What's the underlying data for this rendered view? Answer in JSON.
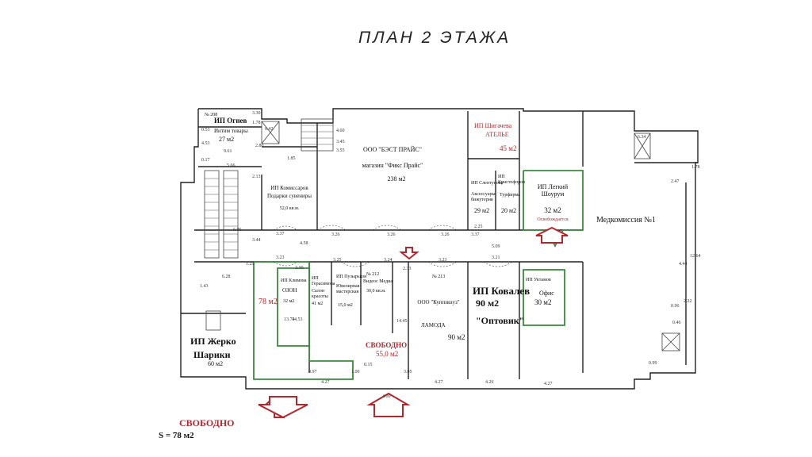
{
  "title": "ПЛАН  2  ЭТАЖА",
  "rooms": {
    "ogнev": {
      "name": "ИП Огнев",
      "sub": "Интим товары",
      "area": "27 м2",
      "num": "№ 208"
    },
    "bestprice": {
      "name": "ООО \"БЭСТ ПРАЙС\"",
      "sub": "магазин \"Фикс Прайс\"",
      "area": "238 м2"
    },
    "shigacheva": {
      "name": "ИП Шигачева",
      "sub": "АТЕЛЬЕ",
      "area": "45 м2"
    },
    "komissarov": {
      "name": "ИП Комиссаров",
      "sub": "Подарки сувениры",
      "area": "52,0 кв.м."
    },
    "sleptunova": {
      "name": "ИП Слептунова",
      "sub": "Аксессуары бижутерия",
      "area": "29 м2"
    },
    "kristoforov": {
      "name": "ИП Кристофоров",
      "sub": "Турфирма",
      "area": "20 м2"
    },
    "legkiy": {
      "name": "ИП Легкий Шоурум",
      "area": "32 м2",
      "status": "Освобождается"
    },
    "medkom": {
      "name": "Медкомиссия №1"
    },
    "klimova": {
      "name": "ИП Климова",
      "sub": "ОЗОН",
      "area": "32 м2"
    },
    "free78": {
      "area": "78 м2"
    },
    "gerasimova": {
      "name": "ИП Герасимова",
      "sub": "Салон красоты",
      "area": "41 м2"
    },
    "puzyrkov": {
      "name": "ИП Пузырьков",
      "sub": "Ювелирная мастерская",
      "area": "15,0 м2"
    },
    "vidnov": {
      "name": "Видеос Медиа",
      "num": "№ 212",
      "area": "30,0 кв.м."
    },
    "kuppishuz": {
      "name": "ООО \"Куппишуз\"",
      "sub": "ЛАМОДА",
      "area": "90 м2",
      "num": "№ 213"
    },
    "kovalev": {
      "name": "ИП Ковалев",
      "area": "90 м2",
      "sub": "\"Оптовик\""
    },
    "uktamov": {
      "name": "ИП Уктамов",
      "sub": "Офис",
      "area": "30 м2"
    },
    "zherko": {
      "name": "ИП Жерко",
      "sub": "Шарики",
      "area": "60 м2"
    },
    "free55": {
      "status": "СВОБОДНО",
      "area": "55,0 м2"
    }
  },
  "dims": [
    "3.30",
    "6.42",
    "1.78",
    "0.53",
    "2.80",
    "4.60",
    "1.85",
    "3.45",
    "3.55",
    "9.61",
    "4.53",
    "0.17",
    "5.66",
    "2.13",
    "3.44",
    "6.06",
    "1.25",
    "6.28",
    "1.43",
    "3.37",
    "3.23",
    "4.58",
    "3.26",
    "3.26",
    "3.26",
    "3.37",
    "2.25",
    "5.09",
    "3.21",
    "3.25",
    "3.24",
    "2.30",
    "2.33",
    "3.23",
    "4.27",
    "1.00",
    "0.97",
    "0.15",
    "4.00",
    "3.05",
    "4.27",
    "4.26",
    "4.27",
    "6.34",
    "4.44",
    "12.64",
    "2.22",
    "0.96",
    "0.99",
    "0.46",
    "2.47",
    "1.78",
    "14.53",
    "13.74",
    "14.45"
  ],
  "footer": {
    "free": "СВОБОДНО",
    "area": "S = 78 м2"
  }
}
